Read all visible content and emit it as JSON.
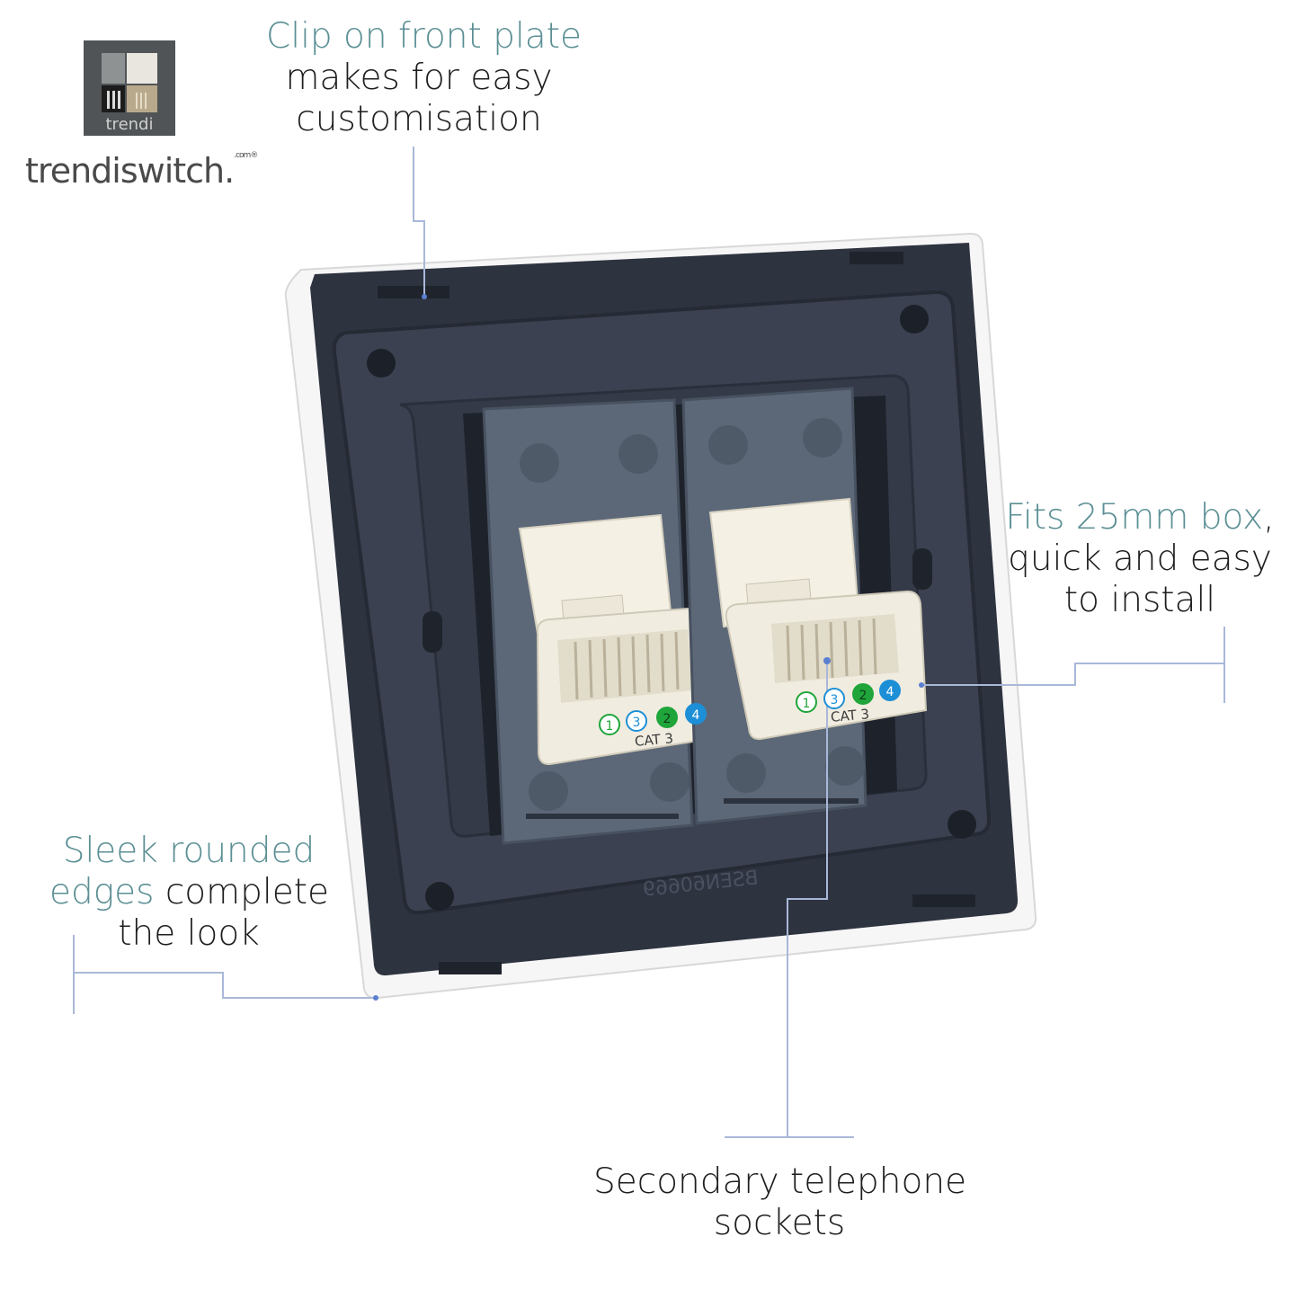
{
  "brand": {
    "logo_caption": "trendi",
    "wordmark": "trendiswitch",
    "wordmark_dot": ".",
    "wordmark_super": ".com®"
  },
  "callouts": {
    "clip": {
      "accent": "Clip on front plate",
      "line2": "makes for easy",
      "line3": "customisation"
    },
    "fits": {
      "accent": "Fits 25mm box",
      "accent_suffix": ",",
      "line2": "quick and easy",
      "line3": "to install"
    },
    "sleek": {
      "accent": "Sleek rounded",
      "accent2": "edges",
      "line2_rest": " complete",
      "line3": "the look"
    },
    "secondary": {
      "line1": "Secondary telephone",
      "line2": "sockets"
    }
  },
  "sockets": [
    {
      "numbers": [
        "1",
        "3",
        "2",
        "4"
      ],
      "label": "CAT 3"
    },
    {
      "numbers": [
        "1",
        "3",
        "2",
        "4"
      ],
      "label": "CAT 3"
    }
  ],
  "plate_marking": "BSEN60669",
  "colors": {
    "accent_text": "#5b8f94",
    "leader_line": "#a9b8d8",
    "plate_dark": "#2e3340",
    "module_grey": "#5c6878",
    "pin_green": "#1fa53a",
    "pin_blue": "#1d8fd6"
  }
}
